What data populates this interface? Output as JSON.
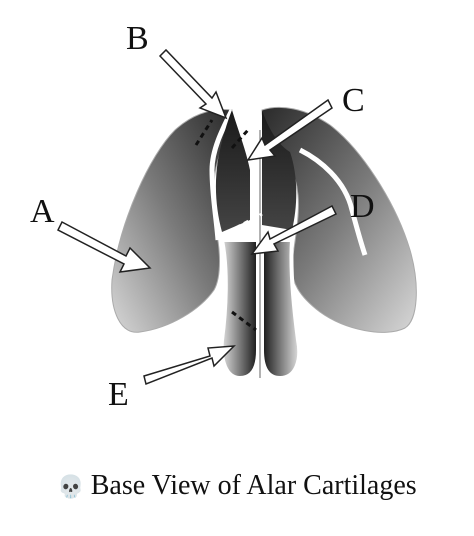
{
  "labels": {
    "a": "A",
    "b": "B",
    "c": "C",
    "d": "D",
    "e": "E"
  },
  "caption": {
    "icon": "💀",
    "text": "Base View of Alar Cartilages"
  }
}
